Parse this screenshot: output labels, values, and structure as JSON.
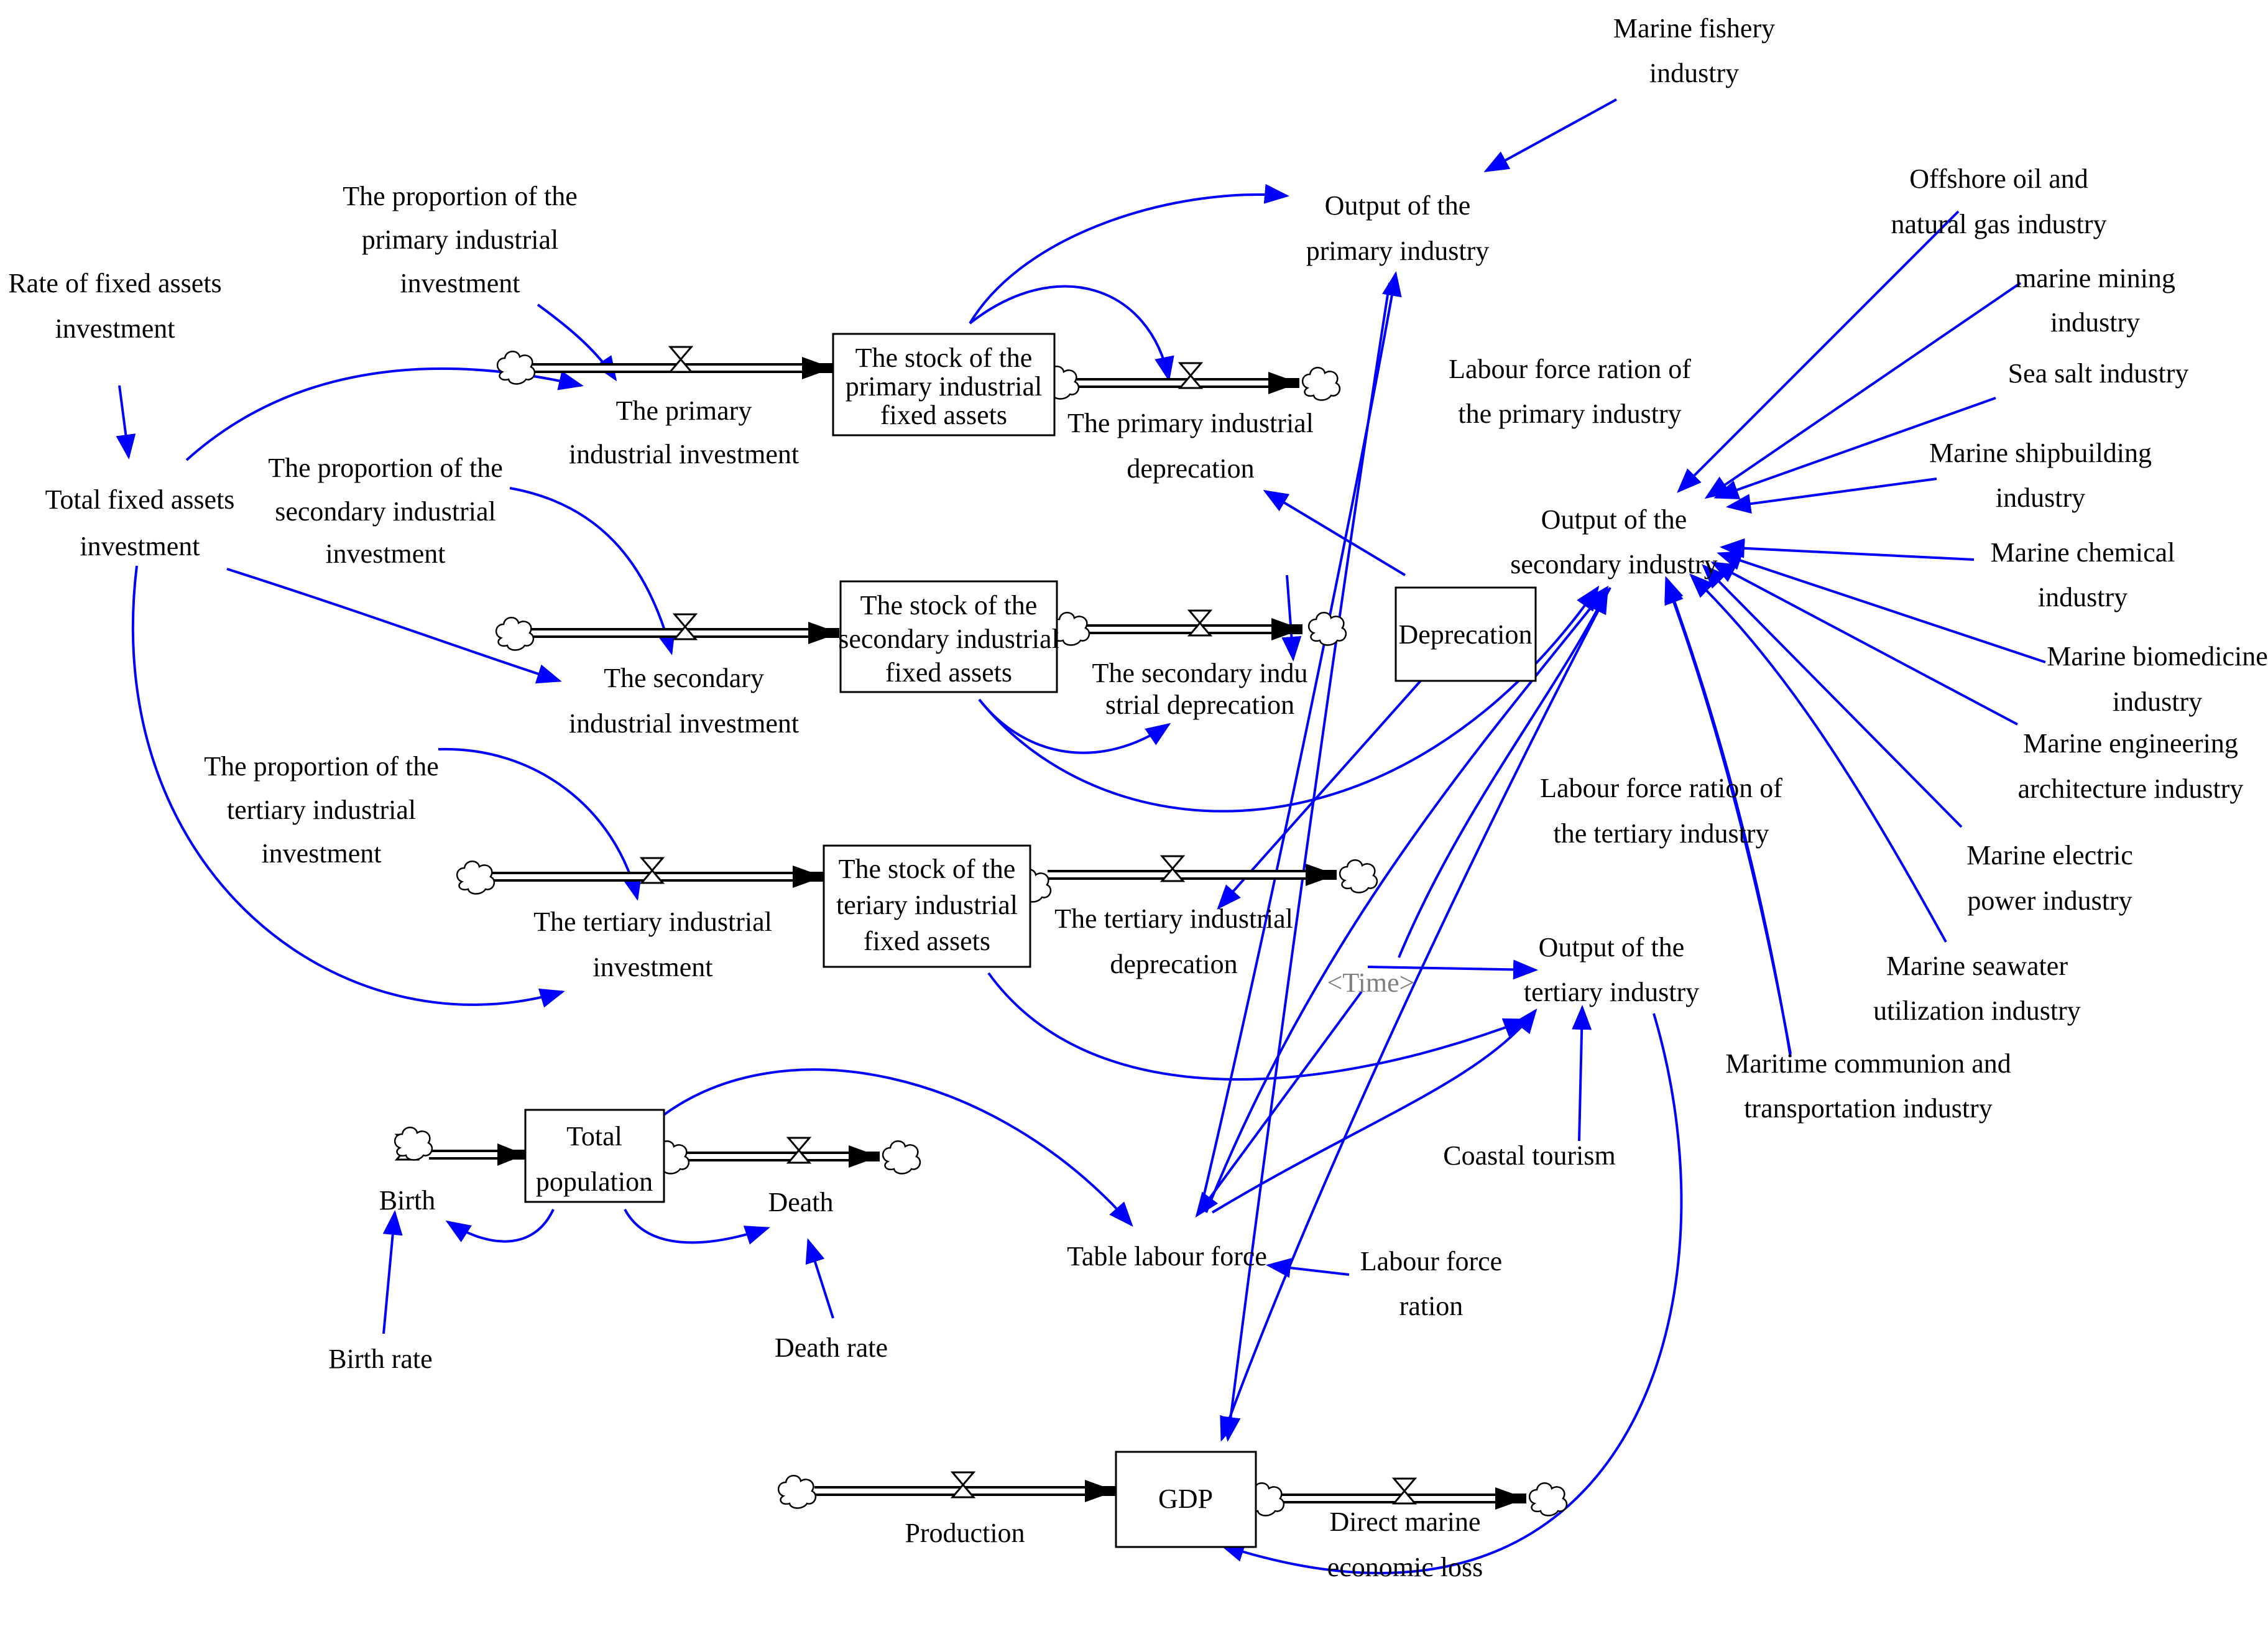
{
  "colors": {
    "link": "#0000ff",
    "stock_border": "#000000",
    "shadow_variable": "#808080"
  },
  "stocks": {
    "primary": [
      "The stock of the",
      "primary industrial",
      "fixed assets"
    ],
    "secondary": [
      "The stock of the",
      "secondary industrial",
      "fixed assets"
    ],
    "tertiary": [
      "The stock of the",
      "teriary industrial",
      "fixed assets"
    ],
    "population": [
      "Total",
      "population"
    ],
    "gdp": [
      "GDP"
    ],
    "deprecation": [
      "Deprecation"
    ]
  },
  "flows": {
    "primary_investment": [
      "The primary",
      "industrial investment"
    ],
    "primary_deprecation": [
      "The primary industrial",
      "deprecation"
    ],
    "secondary_investment": [
      "The secondary",
      "industrial investment"
    ],
    "secondary_deprecation": [
      "The secondary indu",
      "strial deprecation"
    ],
    "tertiary_investment": [
      "The tertiary industrial",
      "investment"
    ],
    "tertiary_deprecation": [
      "The tertiary industrial",
      "deprecation"
    ],
    "birth": [
      "Birth"
    ],
    "death": [
      "Death"
    ],
    "production": [
      "Production"
    ],
    "direct_loss": [
      "Direct marine",
      "economic loss"
    ]
  },
  "variables": {
    "rate_fixed_assets": [
      "Rate of fixed assets",
      "investment"
    ],
    "total_fixed_assets": [
      "Total fixed assets",
      "investment"
    ],
    "prop_primary": [
      "The proportion of the",
      "primary industrial",
      "investment"
    ],
    "prop_secondary": [
      "The proportion of the",
      "secondary industrial",
      "investment"
    ],
    "prop_tertiary": [
      "The proportion of the",
      "tertiary industrial",
      "investment"
    ],
    "birth_rate": [
      "Birth rate"
    ],
    "death_rate": [
      "Death rate"
    ],
    "table_labour": [
      "Table labour force"
    ],
    "labour_ration": [
      "Labour force",
      "ration"
    ],
    "time": [
      "<Time>"
    ],
    "output_primary": [
      "Output of the",
      "primary industry"
    ],
    "output_secondary": [
      "Output of the",
      "secondary industry"
    ],
    "output_tertiary": [
      "Output of the",
      "tertiary industry"
    ],
    "labour_primary": [
      "Labour force ration of",
      "the primary industry"
    ],
    "labour_tertiary": [
      "Labour force ration of",
      "the tertiary industry"
    ],
    "fishery": [
      "Marine fishery",
      "industry"
    ],
    "offshore": [
      "Offshore oil and",
      "natural gas industry"
    ],
    "mining": [
      "marine mining",
      "industry"
    ],
    "salt": [
      "Sea salt industry"
    ],
    "shipbuilding": [
      "Marine shipbuilding",
      "industry"
    ],
    "chemical": [
      "Marine chemical",
      "industry"
    ],
    "biomedicine": [
      "Marine biomedicine",
      "industry"
    ],
    "engineering": [
      "Marine engineering",
      "architecture industry"
    ],
    "electric": [
      "Marine electric",
      "power industry"
    ],
    "seawater": [
      "Marine seawater",
      "utilization industry"
    ],
    "communion": [
      "Maritime communion and",
      "transportation industry"
    ],
    "tourism": [
      "Coastal tourism"
    ]
  }
}
